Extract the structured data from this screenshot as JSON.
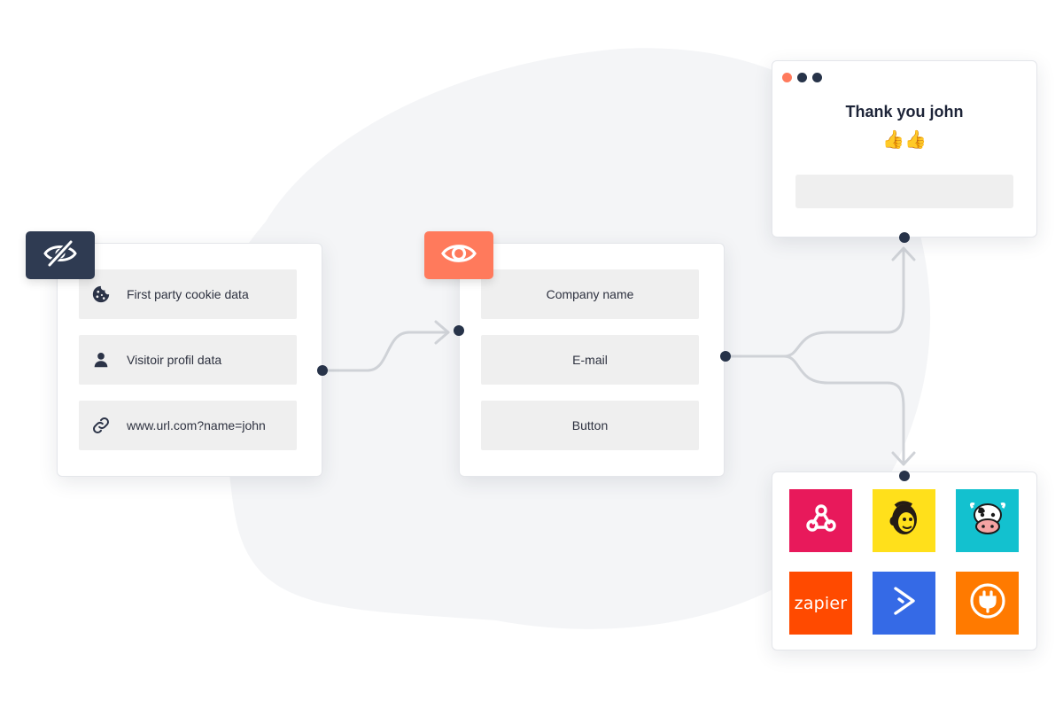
{
  "source_card": {
    "badge_icon": "eye-off-icon",
    "badge_color": "#2f3b52",
    "rows": [
      {
        "icon": "cookie-icon",
        "label": "First party cookie data"
      },
      {
        "icon": "user-icon",
        "label": "Visitoir profil data"
      },
      {
        "icon": "link-icon",
        "label": "www.url.com?name=john"
      }
    ]
  },
  "form_card": {
    "badge_icon": "eye-icon",
    "badge_color": "#ff7a5c",
    "rows": [
      {
        "label": "Company name"
      },
      {
        "label": "E-mail"
      },
      {
        "label": "Button"
      }
    ]
  },
  "thanks_window": {
    "window_dots": [
      "#ff7a5c",
      "#273349",
      "#273349"
    ],
    "title": "Thank you john",
    "emoji": "👍👍"
  },
  "integrations": {
    "tiles": [
      {
        "icon": "webhook-icon",
        "color": "#e8195b"
      },
      {
        "icon": "mailchimp-icon",
        "color": "#ffe01b"
      },
      {
        "icon": "cow-mascot-icon",
        "color": "#13c1cf"
      },
      {
        "icon": "zapier-icon",
        "color": "#ff4a00",
        "text": "zapier"
      },
      {
        "icon": "activecampaign-icon",
        "color": "#356ae6"
      },
      {
        "icon": "plug-icon",
        "color": "#ff7a00"
      }
    ]
  },
  "colors": {
    "connector": "#cfd2d7",
    "node": "#273349",
    "blob": "#f4f5f7"
  }
}
